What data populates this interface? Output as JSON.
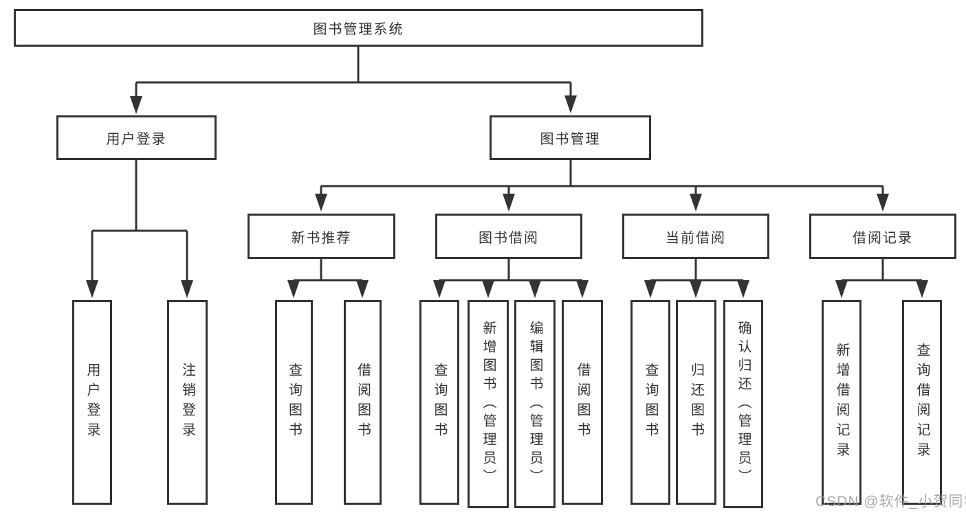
{
  "diagram": {
    "root": {
      "label": "图书管理系统"
    },
    "branches": [
      {
        "label": "用户登录",
        "children": [
          {
            "label": "用户登录"
          },
          {
            "label": "注销登录"
          }
        ]
      },
      {
        "label": "图书管理",
        "sections": [
          {
            "label": "新书推荐",
            "children": [
              {
                "label": "查询图书"
              },
              {
                "label": "借阅图书"
              }
            ]
          },
          {
            "label": "图书借阅",
            "children": [
              {
                "label": "查询图书"
              },
              {
                "label": "新增图书（管理员）"
              },
              {
                "label": "编辑图书（管理员）"
              },
              {
                "label": "借阅图书"
              }
            ]
          },
          {
            "label": "当前借阅",
            "children": [
              {
                "label": "查询图书"
              },
              {
                "label": "归还图书"
              },
              {
                "label": "确认归还（管理员）"
              }
            ]
          },
          {
            "label": "借阅记录",
            "children": [
              {
                "label": "新增借阅记录"
              },
              {
                "label": "查询借阅记录"
              }
            ]
          }
        ]
      }
    ]
  },
  "watermark": {
    "text": "CSDN @软件_小贺同学"
  },
  "colors": {
    "line": "#333333",
    "text": "#333333",
    "background": "#ffffff",
    "watermark": "#9b9b9b"
  }
}
